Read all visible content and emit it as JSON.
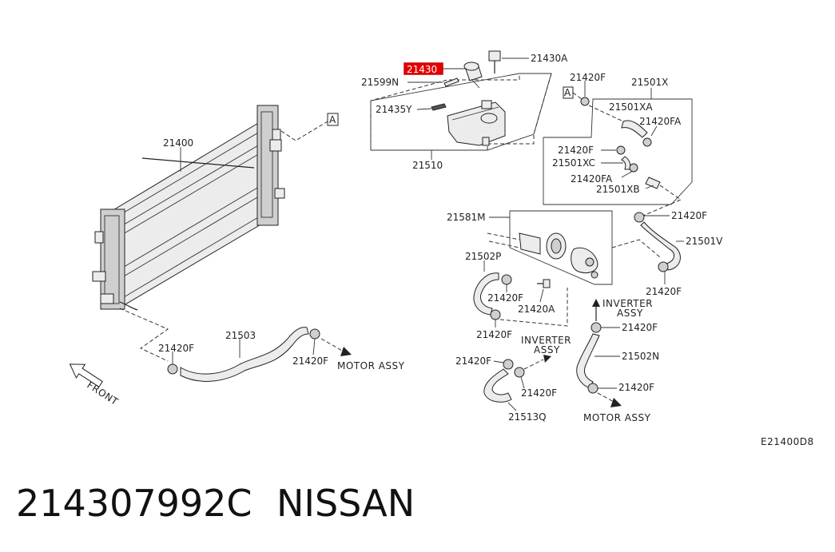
{
  "callouts": {
    "p21400": "21400",
    "p21430_highlighted": "21430",
    "p21430A": "21430A",
    "p21599N": "21599N",
    "p21435Y": "21435Y",
    "p21510": "21510",
    "p21420F_top": "21420F",
    "p21501X": "21501X",
    "p21501XA": "21501XA",
    "p21420FA_top": "21420FA",
    "p21420F_inner": "21420F",
    "p21501XC": "21501XC",
    "p21420FA_low": "21420FA",
    "p21501XB": "21501XB",
    "p21581M": "21581M",
    "p21420F_right": "21420F",
    "p21501V": "21501V",
    "p21502P": "21502P",
    "p21420F_mid": "21420F",
    "p21420A": "21420A",
    "p21420F_right_low": "21420F",
    "p21420F_center": "21420F",
    "p21420F_left": "21420F",
    "p21503": "21503",
    "p21420F_motor1": "21420F",
    "p21420F_q": "21420F",
    "p21420F_q2": "21420F",
    "p21513Q": "21513Q",
    "p21420F_inv2": "21420F",
    "p21502N": "21502N",
    "p21420F_bottom": "21420F"
  },
  "ref_markers": {
    "a_left": "A",
    "a_right": "A"
  },
  "notes": {
    "motor_assy_1": "MOTOR ASSY",
    "motor_assy_2": "MOTOR ASSY",
    "inverter_1a": "INVERTER",
    "inverter_1b": "ASSY",
    "inverter_2a": "INVERTER",
    "inverter_2b": "ASSY",
    "front": "FRONT"
  },
  "diagram_code": "E21400D8",
  "footer": {
    "part_number": "214307992C",
    "brand": "NISSAN"
  },
  "colors": {
    "highlight": "#e30000",
    "line": "#222222"
  }
}
